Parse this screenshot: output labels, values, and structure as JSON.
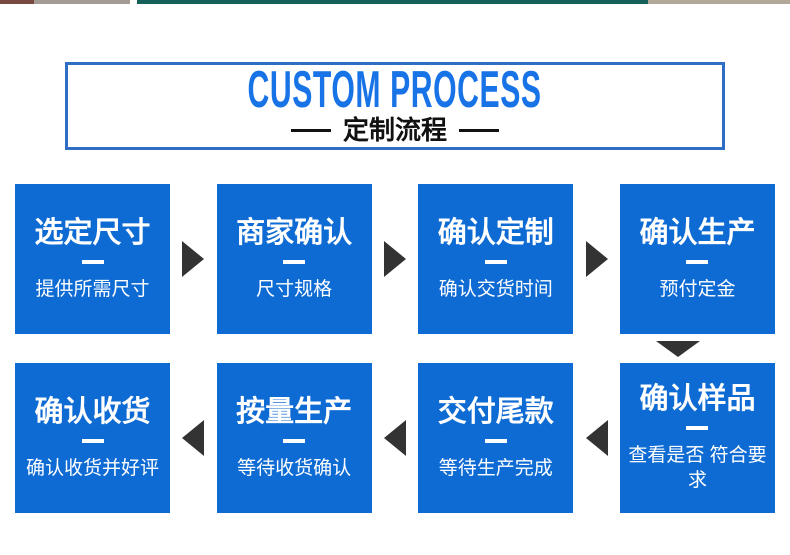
{
  "top_strip": {
    "segments": [
      {
        "name": "maroon",
        "color": "#7a4a42"
      },
      {
        "name": "gray",
        "color": "#a49b94"
      },
      {
        "name": "white-gap",
        "color": "#ffffff"
      },
      {
        "name": "teal",
        "color": "#17605a"
      },
      {
        "name": "tan",
        "color": "#b2a89a"
      }
    ]
  },
  "header": {
    "title_en": "CUSTOM PROCESS",
    "title_zh": "定制流程",
    "accent_blue": "#1773e6",
    "border_blue": "#2e6ec4"
  },
  "flow": {
    "box_color": "#0e6bd4",
    "arrow_color": "#333333",
    "rows": [
      {
        "direction": "right",
        "steps": [
          {
            "title": "选定尺寸",
            "subtitle": "提供所需尺寸"
          },
          {
            "title": "商家确认",
            "subtitle": "尺寸规格"
          },
          {
            "title": "确认定制",
            "subtitle": "确认交货时间"
          },
          {
            "title": "确认生产",
            "subtitle": "预付定金"
          }
        ]
      },
      {
        "direction": "left",
        "steps": [
          {
            "title": "确认收货",
            "subtitle": "确认收货并好评"
          },
          {
            "title": "按量生产",
            "subtitle": "等待收货确认"
          },
          {
            "title": "交付尾款",
            "subtitle": "等待生产完成"
          },
          {
            "title": "确认样品",
            "subtitle": "查看是否 符合要求"
          }
        ]
      }
    ]
  }
}
